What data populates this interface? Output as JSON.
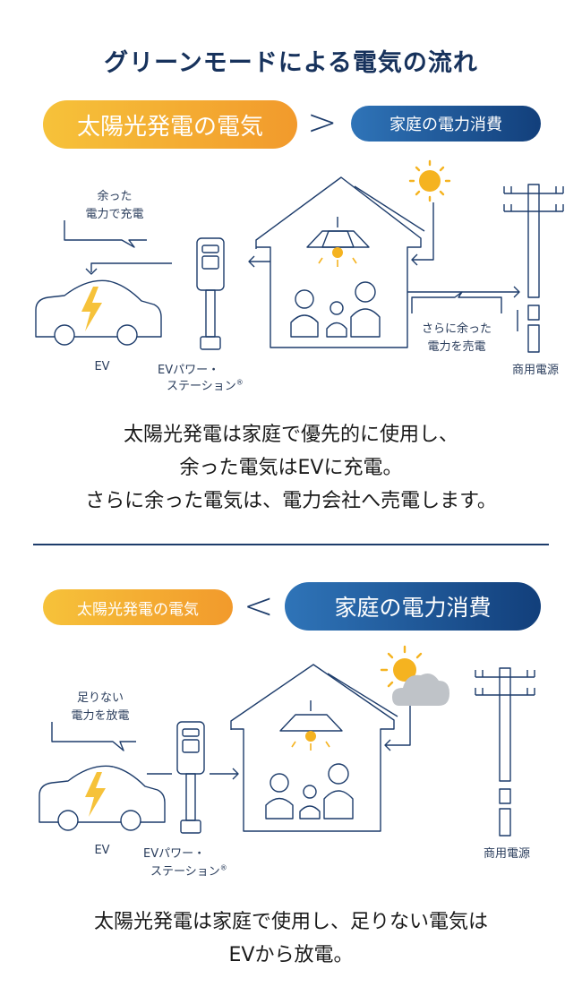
{
  "title": "グリーンモードによる電気の流れ",
  "section1": {
    "pill_solar": "太陽光発電の電気",
    "comparator": ">",
    "pill_home": "家庭の電力消費",
    "bubble_ev_line1": "余った",
    "bubble_ev_line2": "電力で充電",
    "bubble_grid_line1": "さらに余った",
    "bubble_grid_line2": "電力を売電",
    "label_ev": "EV",
    "label_station_line1": "EVパワー・",
    "label_station_line2": "ステーション",
    "label_station_mark": "®",
    "label_grid": "商用電源",
    "desc_line1": "太陽光発電は家庭で優先的に使用し、",
    "desc_line2": "余った電気はEVに充電。",
    "desc_line3": "さらに余った電気は、電力会社へ売電します。"
  },
  "section2": {
    "pill_solar": "太陽光発電の電気",
    "comparator": "<",
    "pill_home": "家庭の電力消費",
    "bubble_ev_line1": "足りない",
    "bubble_ev_line2": "電力を放電",
    "label_ev": "EV",
    "label_station_line1": "EVパワー・",
    "label_station_line2": "ステーション",
    "label_station_mark": "®",
    "label_grid": "商用電源",
    "desc_line1": "太陽光発電は家庭で使用し、足りない電気は",
    "desc_line2": "EVから放電。"
  },
  "colors": {
    "navy": "#1d3c6b",
    "solar_start": "#f6c23a",
    "solar_end": "#f29a2c",
    "home_start": "#2f74b8",
    "home_end": "#123f7b",
    "sun": "#f5b320",
    "bolt": "#f6c23a",
    "cloud": "#bfc3c8"
  },
  "icons": [
    "sun-icon",
    "house-icon",
    "lamp-icon",
    "family-icon",
    "car-icon",
    "lightning-icon",
    "charging-station-icon",
    "utility-pole-icon",
    "cloud-icon",
    "arrow-icon"
  ]
}
